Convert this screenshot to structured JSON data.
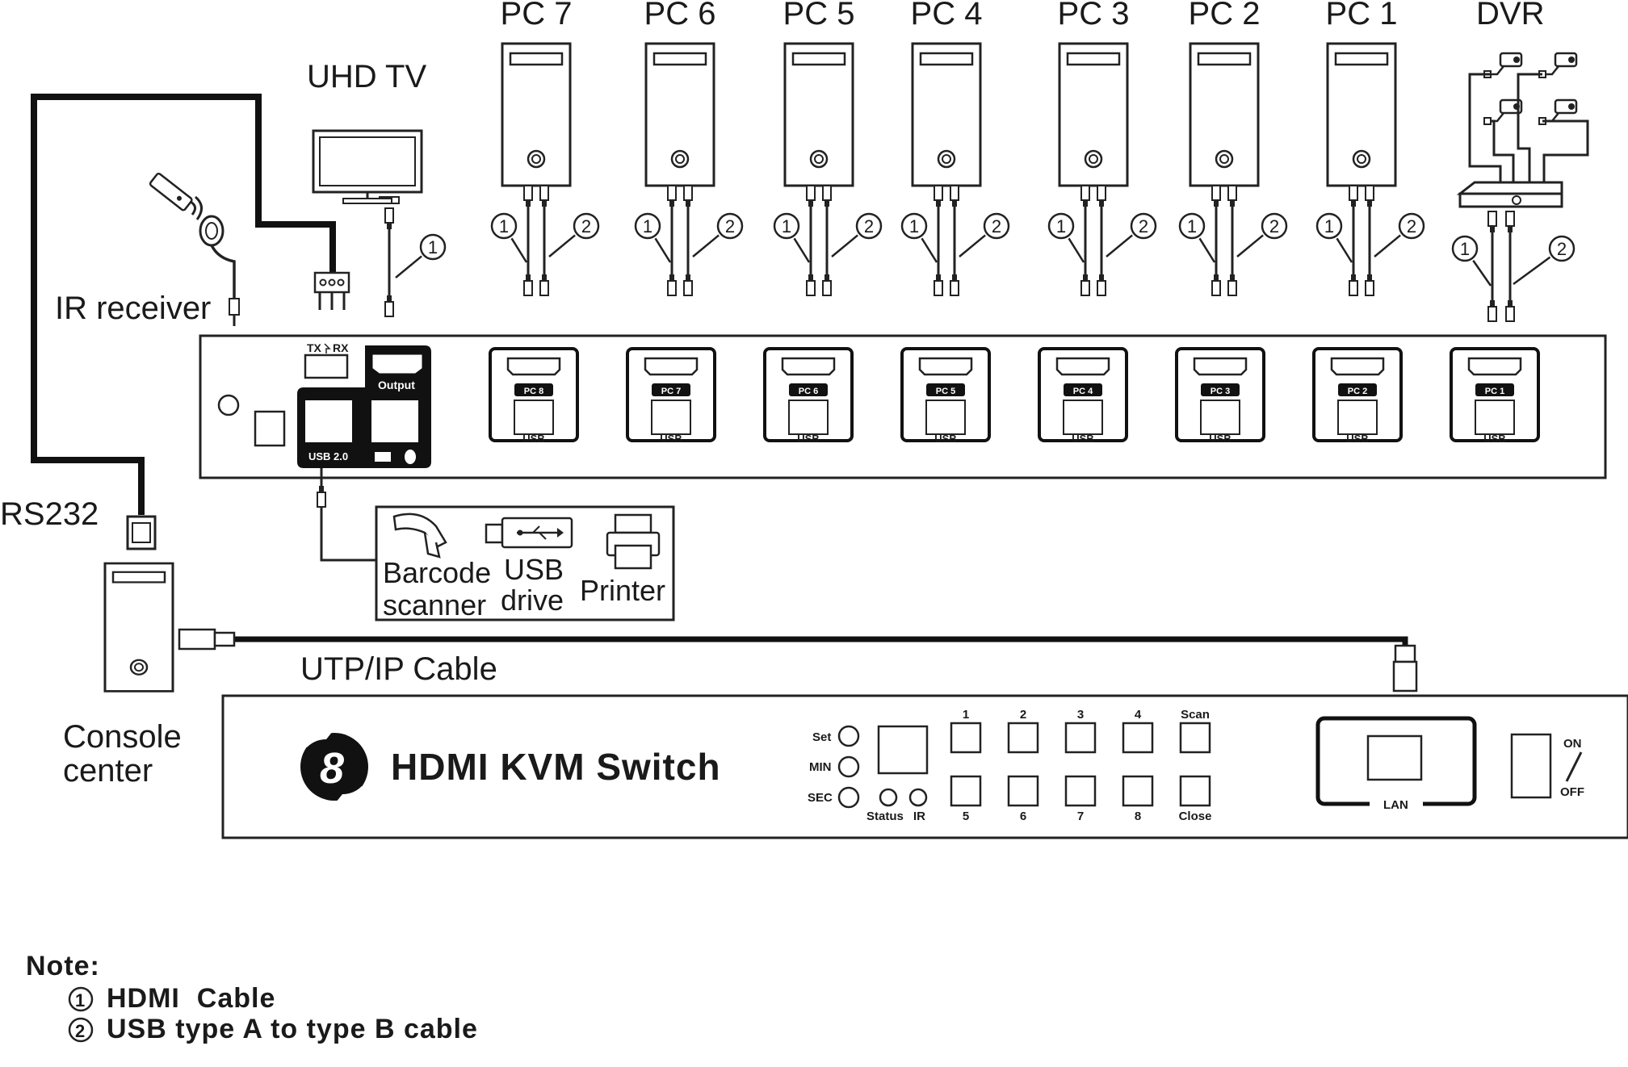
{
  "devices": {
    "pc_labels": [
      "PC 7",
      "PC 6",
      "PC 5",
      "PC 4",
      "PC 3",
      "PC 2",
      "PC 1"
    ],
    "dvr": "DVR",
    "uhd_tv": "UHD TV",
    "ir_receiver": "IR receiver",
    "rs232": "RS232",
    "console_line1": "Console",
    "console_line2": "center",
    "utp_cable": "UTP/IP Cable"
  },
  "peripherals": {
    "barcode_line1": "Barcode",
    "barcode_line2": "scanner",
    "usb_line1": "USB",
    "usb_line2": "drive",
    "printer": "Printer"
  },
  "rear_panel": {
    "tx": "TX",
    "rx": "RX",
    "output": "Output",
    "usb20": "USB 2.0",
    "port_tags": [
      "PC 8",
      "PC 7",
      "PC 6",
      "PC 5",
      "PC 4",
      "PC 3",
      "PC 2",
      "PC 1"
    ],
    "usb_label": "USB"
  },
  "front_panel": {
    "brand_glyph": "8",
    "brand": "HDMI KVM Switch",
    "set": "Set",
    "min": "MIN",
    "sec": "SEC",
    "status": "Status",
    "ir": "IR",
    "top_buttons": [
      "1",
      "2",
      "3",
      "4",
      "Scan"
    ],
    "bottom_buttons": [
      "5",
      "6",
      "7",
      "8",
      "Close"
    ],
    "lan": "LAN",
    "on": "ON",
    "off": "OFF"
  },
  "cable_markers": {
    "one": "1",
    "two": "2"
  },
  "note": {
    "title": "Note:",
    "item1": "HDMI  Cable",
    "item2": "USB type A to type B cable"
  }
}
